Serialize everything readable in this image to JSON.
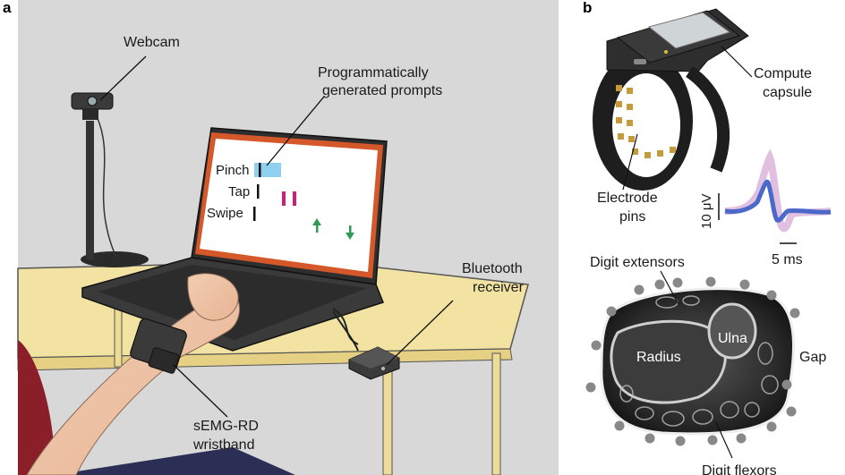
{
  "panel_a": {
    "letter": "a",
    "webcam": "Webcam",
    "prompts_line1": "Programmatically",
    "prompts_line2": "generated prompts",
    "screen_pinch": "Pinch",
    "screen_tap": "Tap",
    "screen_swipe": "Swipe",
    "receiver_line1": "Bluetooth",
    "receiver_line2": "receiver",
    "wristband_line1": "sEMG-RD",
    "wristband_line2": "wristband"
  },
  "panel_b": {
    "letter": "b",
    "capsule_line1": "Compute",
    "capsule_line2": "capsule",
    "pins_line1": "Electrode",
    "pins_line2": "pins",
    "scale_v": "10 μV",
    "scale_t": "5 ms",
    "extensors": "Digit extensors",
    "ulna": "Ulna",
    "radius": "Radius",
    "gap": "Gap",
    "flexors": "Digit flexors"
  },
  "colors": {
    "background": "#d9d8d8",
    "laptop_frame": "#d4582a",
    "prompt_bar": "#8fd0ee",
    "tap_marks": "#cc1f7c",
    "swipe_arrows": "#2e9a52",
    "emg_trace": "#4a69c8",
    "emg_spread": "#c98ac8"
  },
  "electrode_dot_colors": [
    "#5a9ad6",
    "#3f63b8",
    "#3a3f9e",
    "#8e7ec9",
    "#d96aa8",
    "#e2a0c6",
    "#e09ac0",
    "#df3d44",
    "#e26a2d",
    "#e7a81a",
    "#b8c424",
    "#63b33c",
    "#2e8f3e",
    "#2f9e55",
    "#3bb7a0",
    "#3ac2e0",
    "#3aa0dc",
    "#9a7ad0"
  ]
}
